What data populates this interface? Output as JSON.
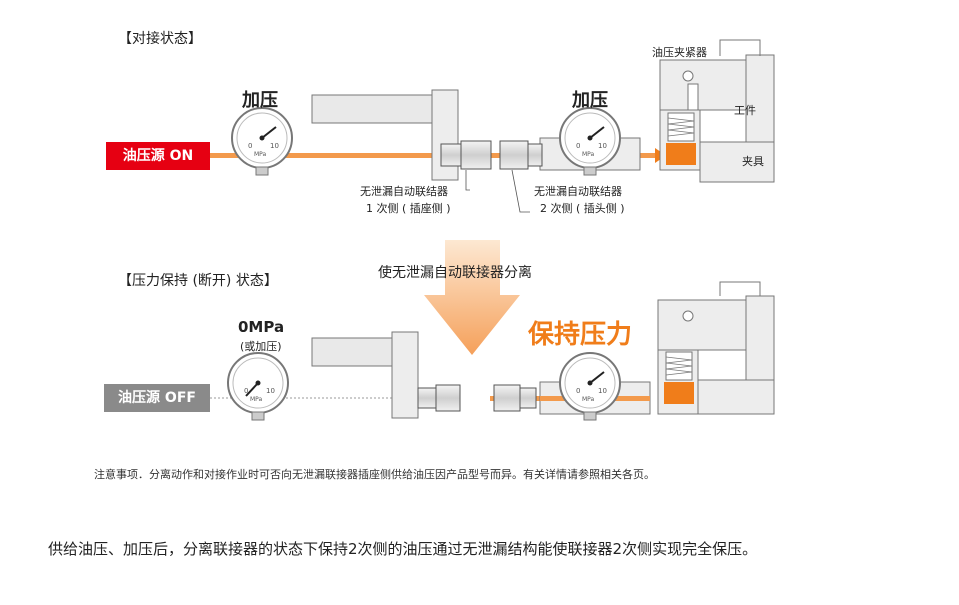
{
  "section1": {
    "title": "【对接状态】",
    "pressure_label_left": "加压",
    "pressure_label_right": "加压",
    "source_label": "油压源 ON",
    "clamp_label": "油压夹紧器",
    "workpiece_label": "工件",
    "fixture_label": "夹具",
    "coupler1_line1": "无泄漏自动联结器",
    "coupler1_line2": "1 次侧 ( 插座侧 )",
    "coupler2_line1": "无泄漏自动联结器",
    "coupler2_line2": "2 次侧 ( 插头侧 )"
  },
  "separate_label": "使无泄漏自动联接器分离",
  "section2": {
    "title": "【压力保持 (断开) 状态】",
    "zero_pressure": "0MPa",
    "or_pressure": "(或加压)",
    "source_label": "油压源 OFF",
    "hold_label": "保持压力"
  },
  "gauge": {
    "unit": "MPa",
    "tick0": "0",
    "tick10": "10"
  },
  "note": "注意事项．分离动作和对接作业时可否向无泄漏联接器插座侧供给油压因产品型号而异。有关详情请参照相关各页。",
  "summary": "供给油压、加压后，分离联接器的状态下保持2次侧的油压通过无泄漏结构能使联接器2次侧实现完全保压。",
  "colors": {
    "red": "#e60012",
    "gray": "#8a8a8a",
    "orange": "#f07d1a",
    "line_orange": "#f39a4c",
    "metal": "#e6e6e6"
  }
}
